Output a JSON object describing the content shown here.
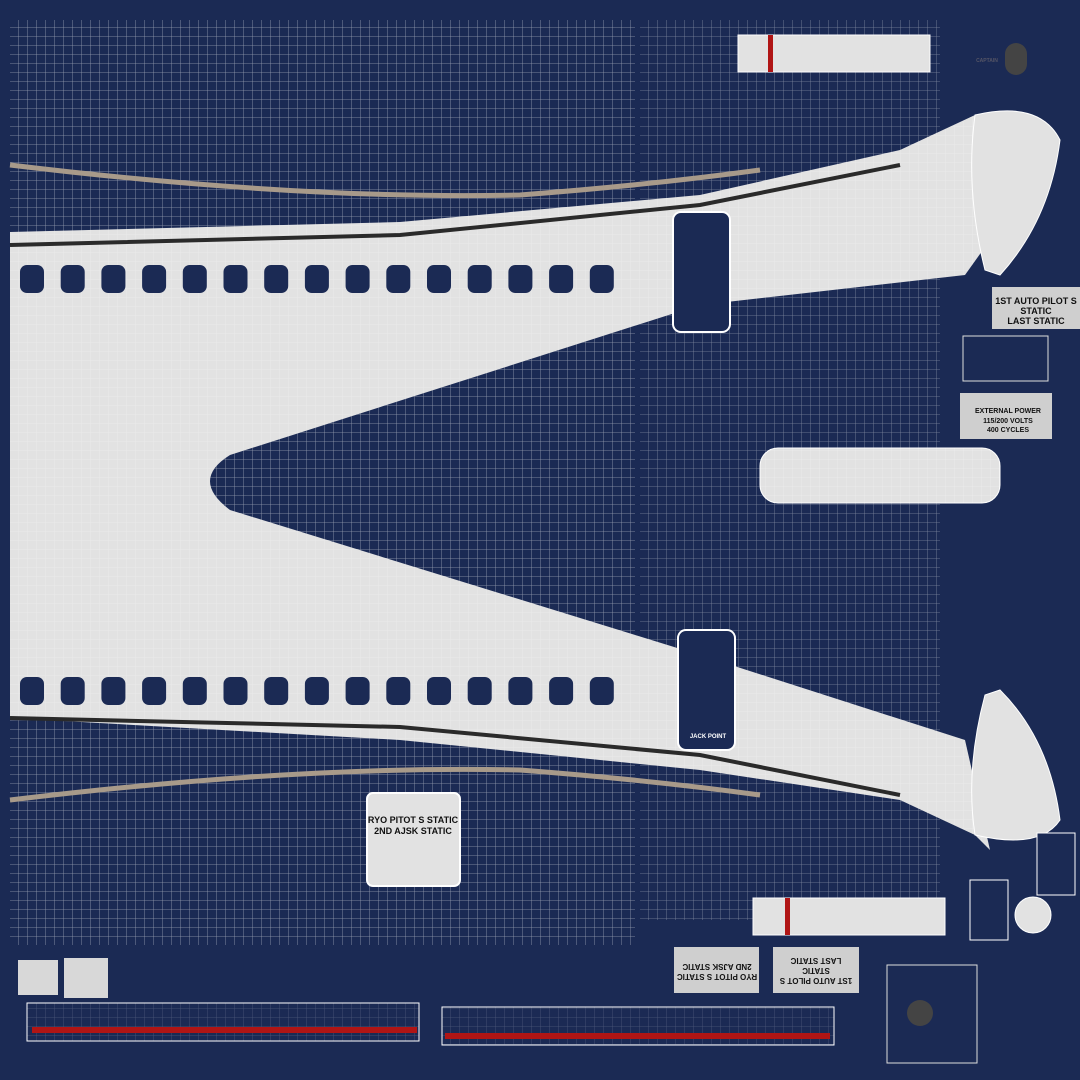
{
  "colors": {
    "background": "#1b2a54",
    "fuselage": "#e2e2e2",
    "grid": "#ffffff",
    "stripe_dark": "#2a2a2a",
    "stripe_beige": "#a89a8a",
    "accent_red": "#b01515"
  },
  "labels": {
    "captain": "CAPTAIN",
    "autopilot_lines": [
      "1ST AUTO PILOT S",
      "STATIC",
      "LAST STATIC"
    ],
    "external_power_lines": [
      "EXTERNAL POWER",
      "115/200 VOLTS",
      "400 CYCLES"
    ],
    "pitot_lines": [
      "RYO PITOT S STATIC",
      "2ND AJSK STATIC"
    ],
    "jack_point": "JACK POINT"
  }
}
